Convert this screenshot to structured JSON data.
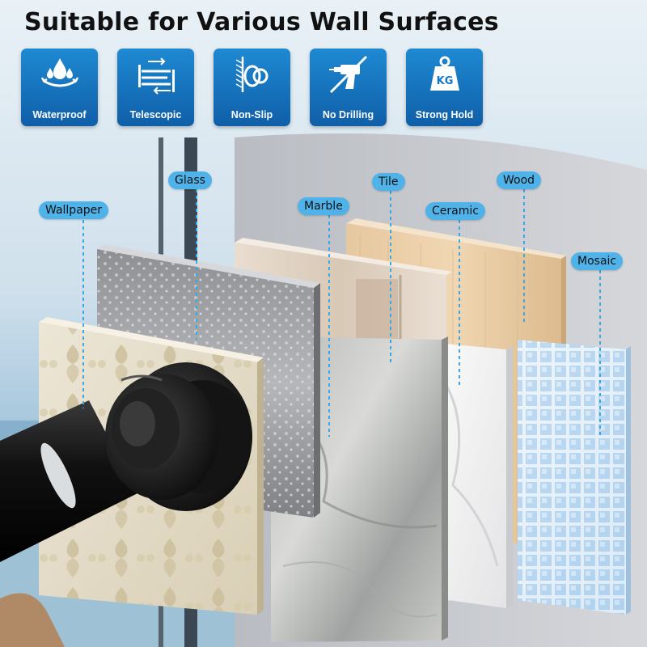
{
  "title": "Suitable for Various Wall Surfaces",
  "features": [
    {
      "label": "Waterproof",
      "icon": "waterproof-icon"
    },
    {
      "label": "Telescopic",
      "icon": "telescopic-icon"
    },
    {
      "label": "Non-Slip",
      "icon": "non-slip-icon"
    },
    {
      "label": "No Drilling",
      "icon": "no-drilling-icon"
    },
    {
      "label": "Strong Hold",
      "icon": "weight-icon",
      "icon_text": "KG"
    }
  ],
  "surfaces": [
    {
      "label": "Wallpaper"
    },
    {
      "label": "Glass"
    },
    {
      "label": "Marble"
    },
    {
      "label": "Tile"
    },
    {
      "label": "Ceramic"
    },
    {
      "label": "Wood"
    },
    {
      "label": "Mosaic"
    }
  ],
  "colors": {
    "feature_blue": "#1478c8",
    "label_blue": "#4fb2e8",
    "rod_black": "#1a1a1a"
  }
}
